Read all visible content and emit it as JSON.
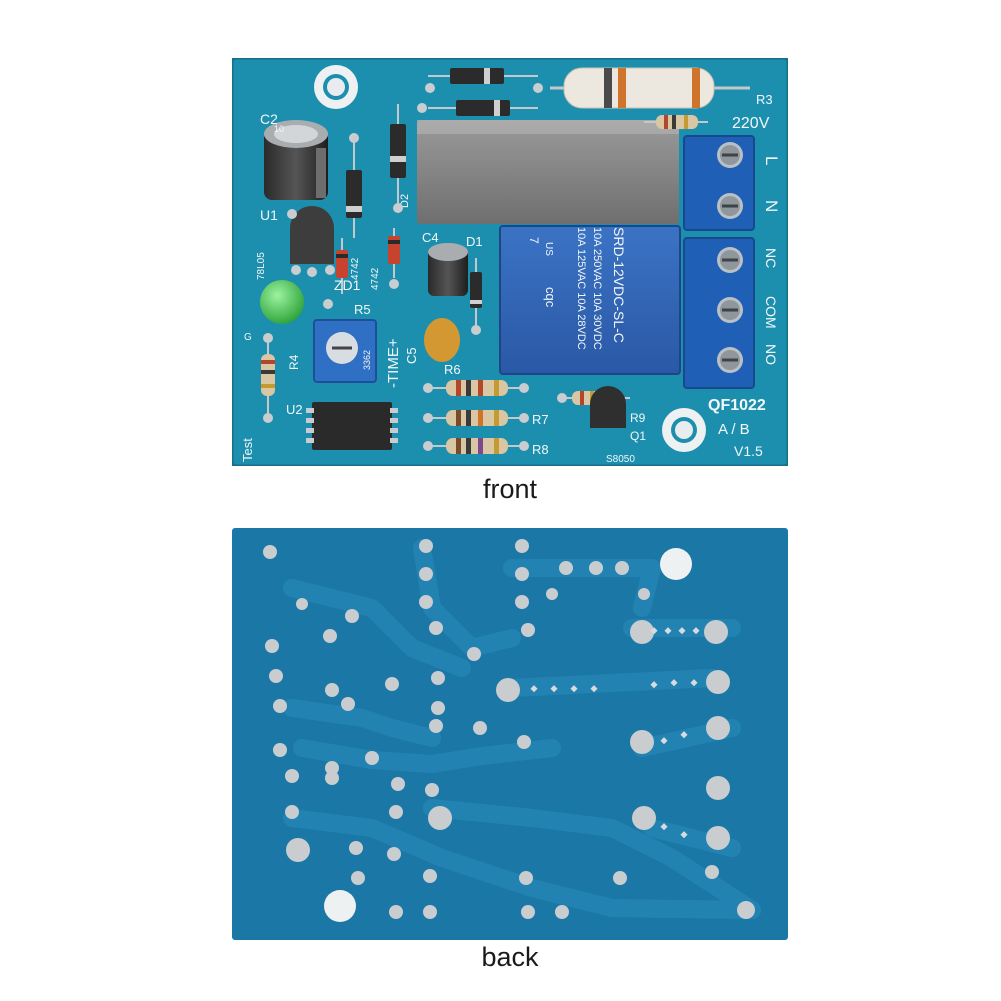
{
  "captions": {
    "front": "front",
    "back": "back"
  },
  "front": {
    "board_id": "QF1022",
    "variant": "A / B",
    "version": "V1.5",
    "voltage": "220V",
    "terminals_power": [
      "L",
      "N"
    ],
    "terminals_relay": [
      "NC",
      "COM",
      "NO"
    ],
    "relay_text": [
      "SRD-12VDC-SL-C",
      "10A 250VAC  10A 30VDC",
      "10A 125VAC  10A 28VDC"
    ],
    "relay_pin": "7",
    "relay_us": "US",
    "relay_logo": "cqc",
    "pot_code": "3362",
    "time_label": "-TIME+",
    "regulator": "78L05",
    "transistor": "S8050",
    "zener_code": "4742",
    "labels": {
      "c2": "C2",
      "u1": "U1",
      "c4": "C4",
      "d1": "D1",
      "zd1": "ZD1",
      "r5": "R5",
      "c5": "C5",
      "r4": "R4",
      "u2": "U2",
      "g": "G",
      "test": "Test",
      "r6": "R6",
      "r7": "R7",
      "r8": "R8",
      "r9": "R9",
      "q1": "Q1",
      "r3": "R3",
      "d2": "D2",
      "cap_mark": "10"
    }
  },
  "colors": {
    "board_front": "#1d8fae",
    "board_back": "#1b78a6",
    "trace_back": "#2283b2",
    "relay": "#2f63b4",
    "terminal": "#1f5fb5",
    "transformer": "#8d8d8d",
    "led": "#3fc24a",
    "silk": "#f2f7f8"
  }
}
